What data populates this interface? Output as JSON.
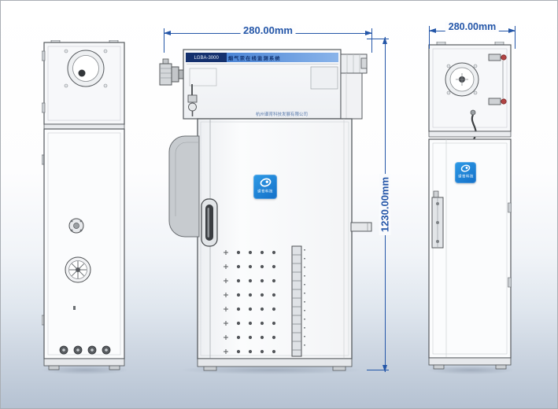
{
  "drawing": {
    "dimensions": {
      "front_width": "280.00mm",
      "side_width": "280.00mm",
      "height": "1230.00mm"
    },
    "front_view": {
      "label_model": "LGBA-3000",
      "label_title": "烟气汞在线监测系统",
      "label_company": "杭州谱育科技发展有限公司"
    },
    "logo": {
      "text": "谱育科技"
    },
    "colors": {
      "dimension_blue": "#2456a8",
      "logo_blue": "#1a7fd4",
      "outline_gray": "#565a5e"
    }
  }
}
